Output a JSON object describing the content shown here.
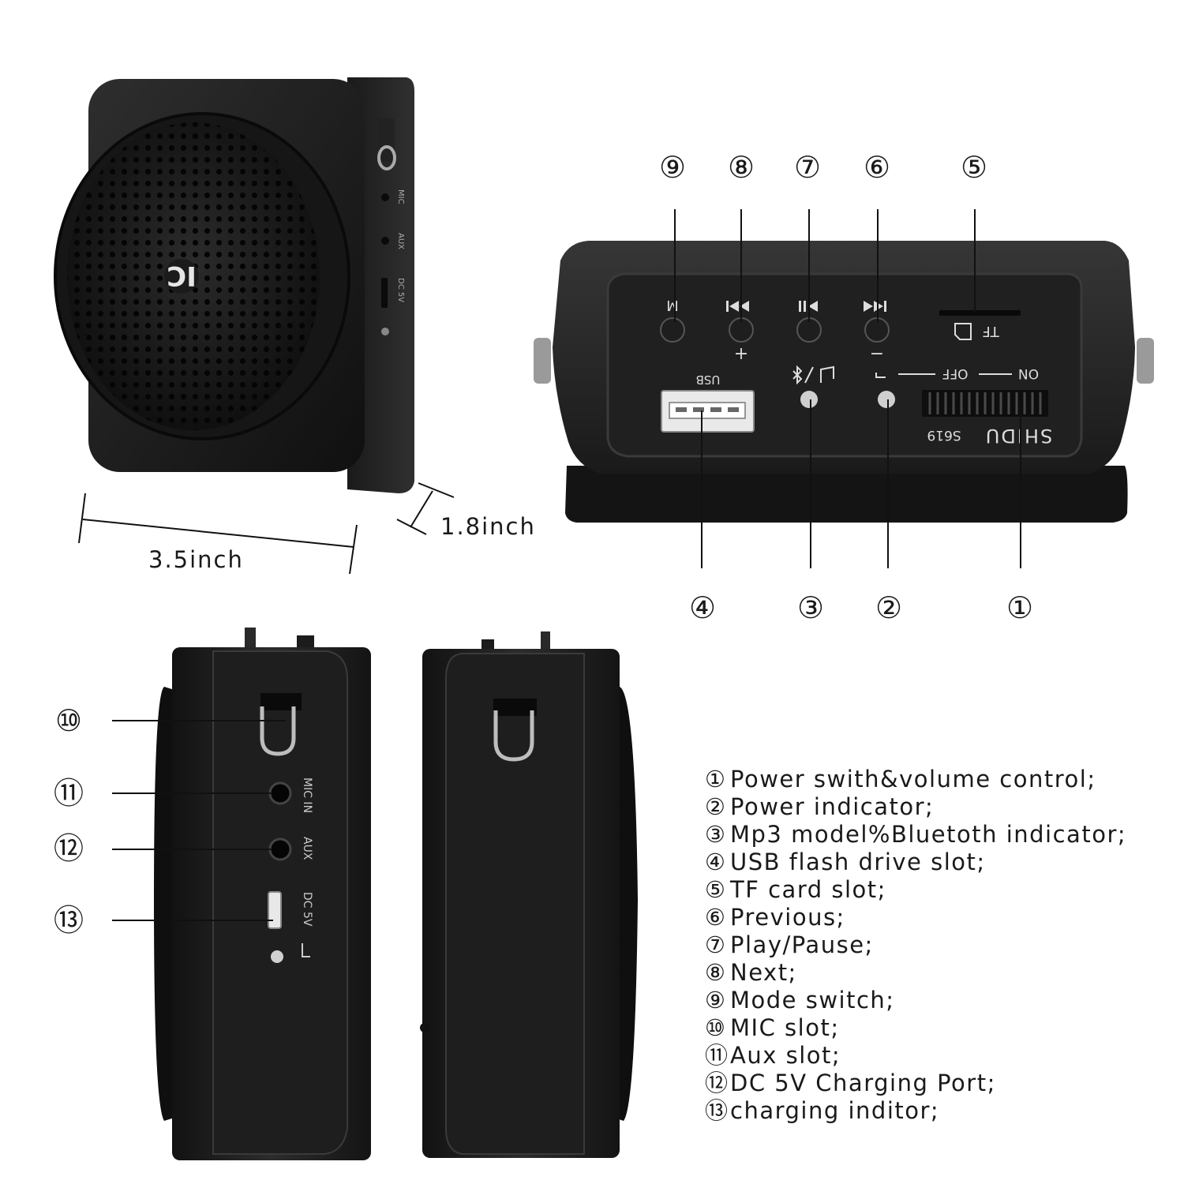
{
  "dimensions": {
    "width": "3.5inch",
    "depth": "1.8inch"
  },
  "callouts": [
    "①",
    "②",
    "③",
    "④",
    "⑤",
    "⑥",
    "⑦",
    "⑧",
    "⑨",
    "⑩",
    "⑪",
    "⑫",
    "⑬"
  ],
  "device_labels": {
    "brand": "SHIDU",
    "model": "S619",
    "logo": "IC",
    "tf": "TF",
    "usb": "USB",
    "on": "ON",
    "off": "OFF",
    "mode_button": "M",
    "plus": "+",
    "minus": "−",
    "mic_in": "MIC  IN",
    "aux": "AUX",
    "dc5v": "DC  5V",
    "mic_small": "MIC",
    "aux_small": "AUX",
    "dc5v_small": "DC 5V"
  },
  "legend": [
    {
      "num": "①",
      "text": "Power swith&volume control;"
    },
    {
      "num": "②",
      "text": "Power indicator;"
    },
    {
      "num": "③",
      "text": "Mp3 model%Bluetoth indicator;"
    },
    {
      "num": "④",
      "text": "USB flash drive slot;"
    },
    {
      "num": "⑤",
      "text": "TF card slot;"
    },
    {
      "num": "⑥",
      "text": "Previous;"
    },
    {
      "num": "⑦",
      "text": "Play/Pause;"
    },
    {
      "num": "⑧",
      "text": "Next;"
    },
    {
      "num": "⑨",
      "text": "Mode switch;"
    },
    {
      "num": "⑩",
      "text": "MIC slot;"
    },
    {
      "num": "⑪",
      "text": "Aux slot;"
    },
    {
      "num": "⑫",
      "text": "DC 5V Charging Port;"
    },
    {
      "num": "⑬",
      "text": "charging inditor;"
    }
  ],
  "colors": {
    "body": "#1c1c1c",
    "panel": "#2a2a2a",
    "edge": "#3a3a3a",
    "indicator": "#cfcfcf",
    "line": "#111111"
  }
}
